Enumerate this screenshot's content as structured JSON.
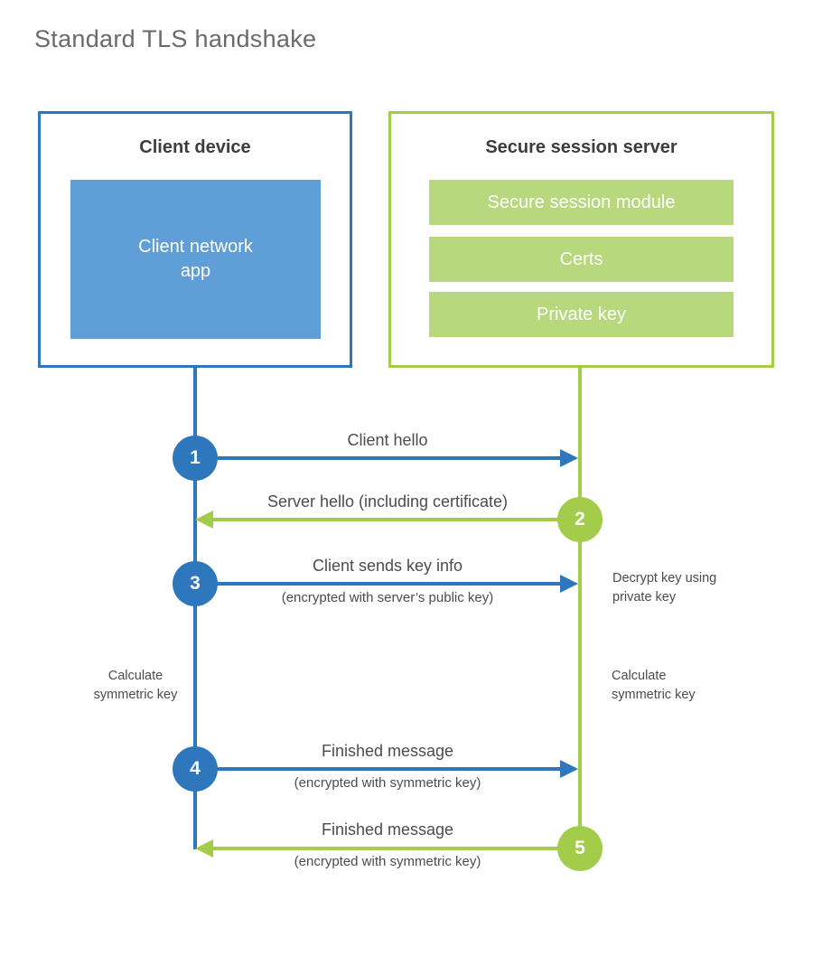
{
  "title": "Standard TLS handshake",
  "client": {
    "title": "Client device",
    "app": "Client network app"
  },
  "server": {
    "title": "Secure session server",
    "modules": [
      {
        "label": "Secure session module"
      },
      {
        "label": "Certs"
      },
      {
        "label": "Private key"
      }
    ]
  },
  "steps": [
    {
      "num": "1",
      "label": "Client hello",
      "sub": "",
      "direction": "right",
      "color": "#2e77bd"
    },
    {
      "num": "2",
      "label": "Server hello (including certificate)",
      "sub": "",
      "direction": "left",
      "color": "#a3cc4a"
    },
    {
      "num": "3",
      "label": "Client sends key info",
      "sub": "(encrypted with server’s public key)",
      "direction": "right",
      "color": "#2e77bd"
    },
    {
      "num": "4",
      "label": "Finished message",
      "sub": "(encrypted with symmetric key)",
      "direction": "right",
      "color": "#2e77bd"
    },
    {
      "num": "5",
      "label": "Finished message",
      "sub": "(encrypted with symmetric key)",
      "direction": "left",
      "color": "#a3cc4a"
    }
  ],
  "notes": {
    "decrypt": "Decrypt key using\nprivate key",
    "calc_client": "Calculate\nsymmetric key",
    "calc_server": "Calculate\nsymmetric key"
  },
  "colors": {
    "blue_line": "#2e77bd",
    "blue_fill": "#5f9ed6",
    "green_line": "#a3cc4a",
    "green_fill": "#b7d87d",
    "heading_text": "#3d3d3d",
    "label_text": "#4c4c4c",
    "title_text": "#6a6a6a"
  }
}
